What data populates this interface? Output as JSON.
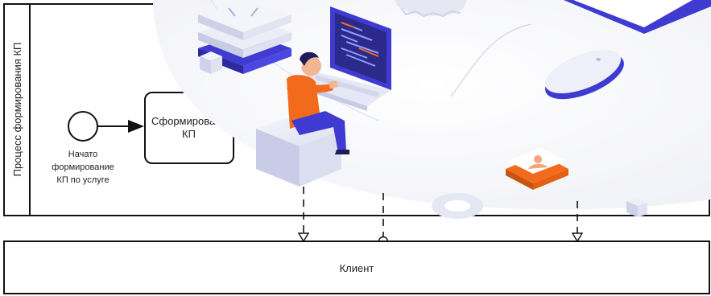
{
  "pool": {
    "lane_label": "Процесс формирования КП"
  },
  "start_event": {
    "label_lines": [
      "Начато",
      "формирование",
      "КП по услуге"
    ]
  },
  "task": {
    "label_lines": [
      "Сформироват",
      "КП"
    ]
  },
  "client_pool": {
    "label": "Клиент"
  },
  "illustration": {
    "description_icon": "isometric-developer-illustration",
    "accent_orange": "#f26b1d",
    "accent_indigo": "#3f3bd1",
    "shape_light": "#eceef8"
  }
}
